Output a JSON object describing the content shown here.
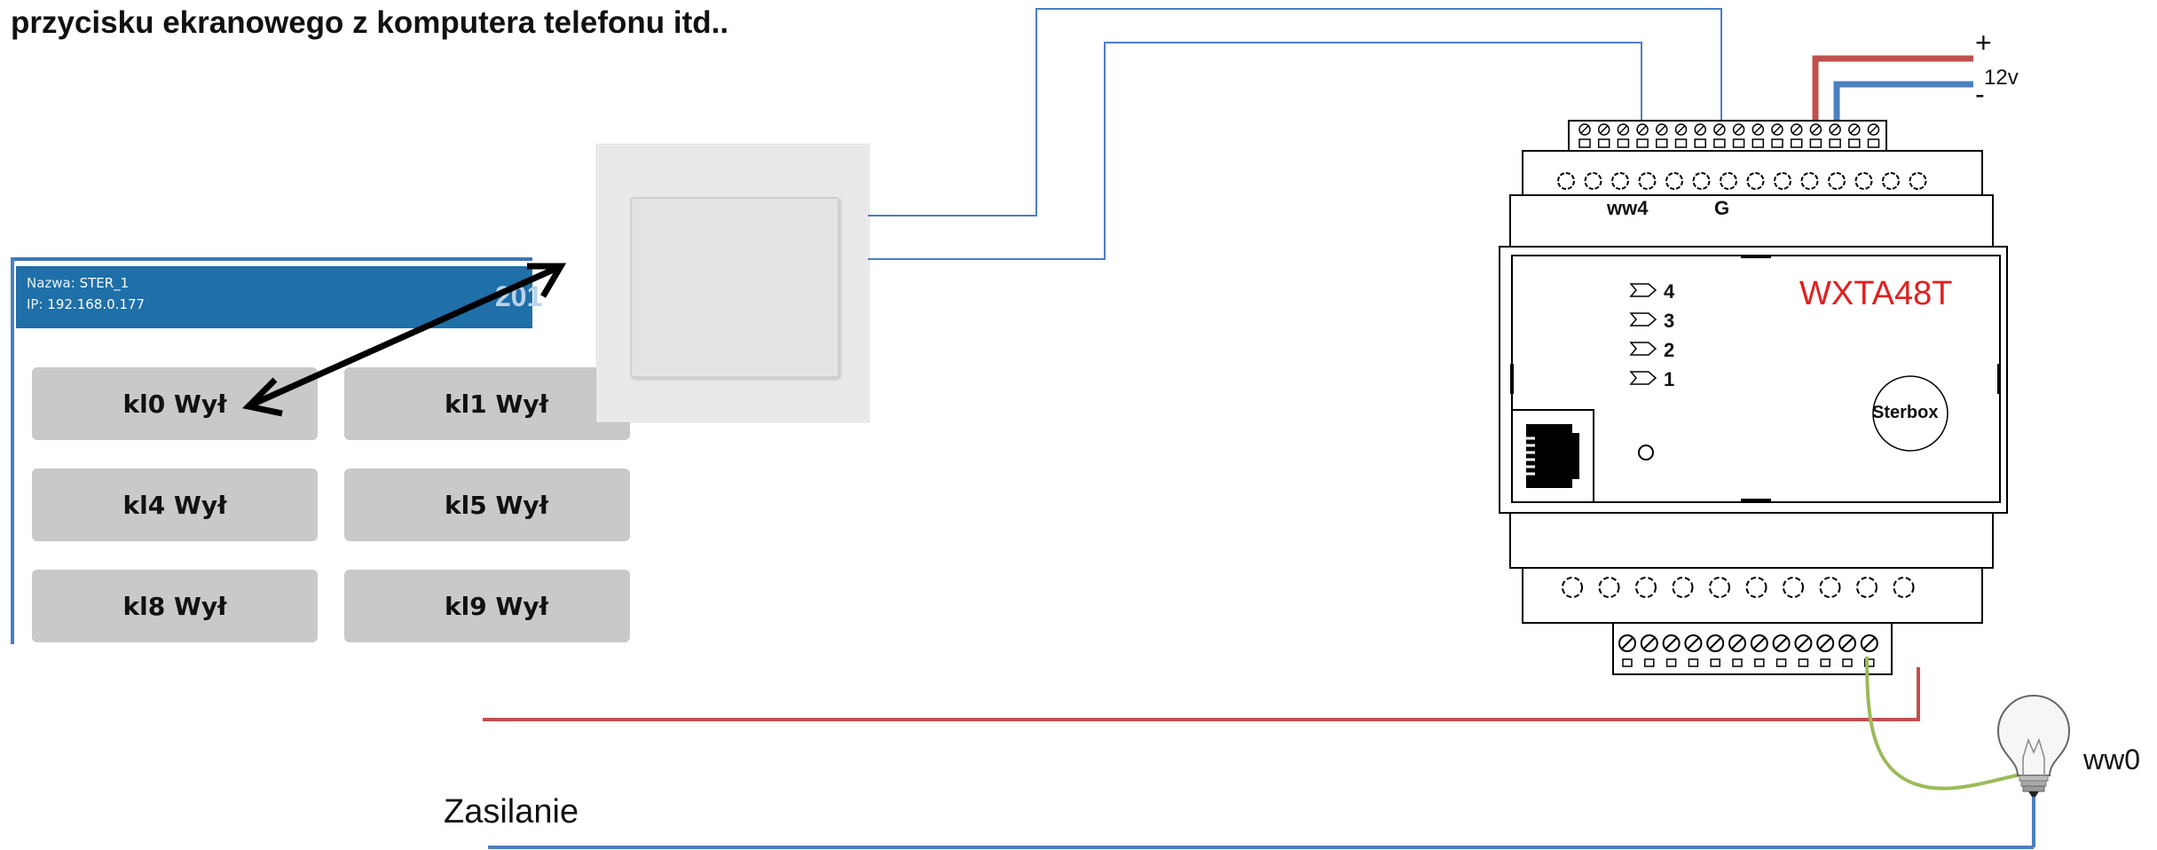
{
  "heading": "przycisku ekranowego z komputera telefonu itd..",
  "panel": {
    "name_label": "Nazwa: ",
    "name_value": "STER_1",
    "ip_label": "IP: ",
    "ip_value": "192.168.0.177",
    "clipped_text": "201",
    "buttons": [
      "kl0 Wył",
      "kl1 Wył",
      "kl4 Wył",
      "kl5 Wył",
      "kl8 Wył",
      "kl9 Wył"
    ]
  },
  "device": {
    "model": "WXTA48T",
    "brand": "Sterbox",
    "input_labels": [
      "ww4",
      "G"
    ],
    "leds": [
      "4",
      "3",
      "2",
      "1"
    ]
  },
  "power": {
    "plus": "+",
    "minus": "-",
    "voltage": "12v"
  },
  "supply_label": "Zasilanie",
  "lamp_label": "ww0",
  "colors": {
    "wire_blue": "#4a7fc0",
    "wire_red": "#c0504d",
    "wire_green": "#9bbb59",
    "header_blue": "#1f6fa8",
    "model_red": "#e02020"
  }
}
